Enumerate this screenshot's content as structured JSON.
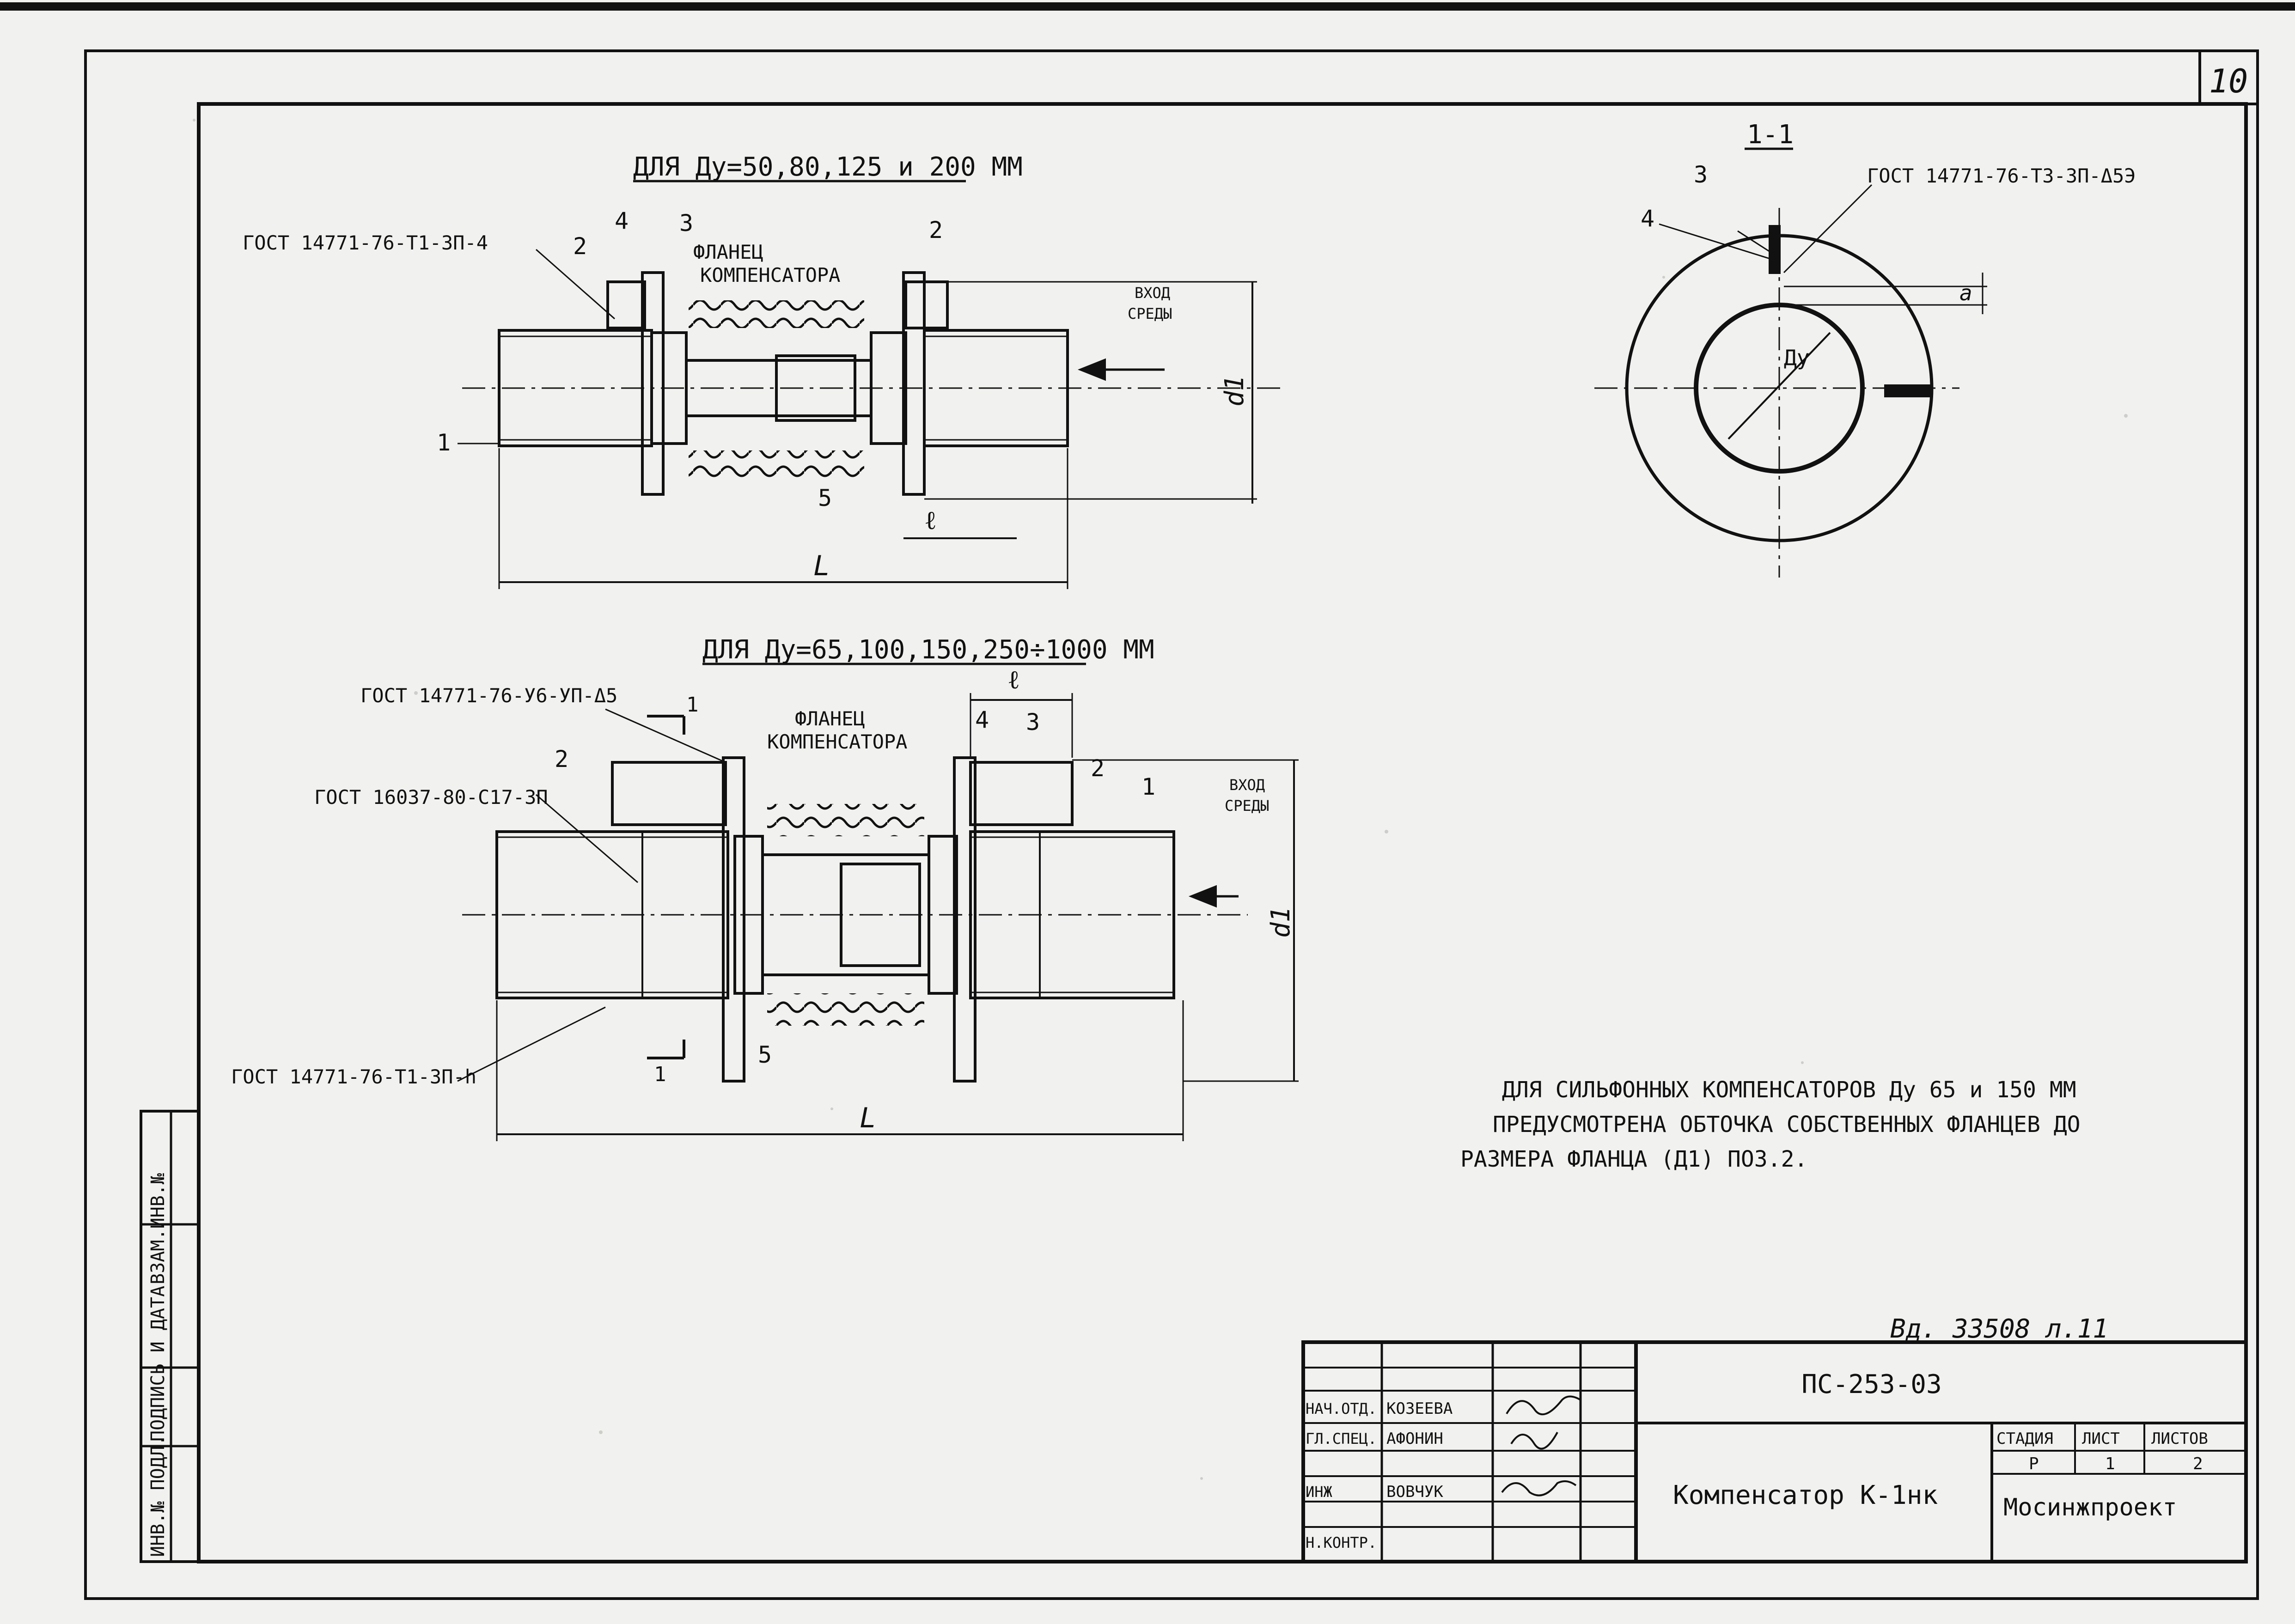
{
  "sheet_number": "10",
  "top_view": {
    "heading": "ДЛЯ Ду=50,80,125 и 200 ММ",
    "gost_weld": "ГОСТ 14771-76-Т1-ЗП-4",
    "flange_label_1": "ФЛАНЕЦ",
    "flange_label_2": "КОМПЕНСАТОРА",
    "inlet_1": "ВХОД",
    "inlet_2": "СРЕДЫ",
    "pos_1": "1",
    "pos_2a": "2",
    "pos_2b": "2",
    "pos_3": "3",
    "pos_4": "4",
    "pos_5": "5",
    "dim_l": "ℓ",
    "dim_L": "L",
    "dim_d1": "d1"
  },
  "section_view": {
    "heading": "1-1",
    "gost_weld": "ГОСТ 14771-76-Т3-ЗП-Δ5Э",
    "pos_3": "3",
    "pos_4": "4",
    "dim_du": "Ду",
    "dim_a": "а"
  },
  "bottom_view": {
    "heading": "ДЛЯ Ду=65,100,150,250÷1000 ММ",
    "gost_weld_1": "ГОСТ 14771-76-У6-УП-Δ5",
    "gost_weld_2": "ГОСТ 16037-80-С17-ЗП",
    "gost_weld_3": "ГОСТ 14771-76-Т1-ЗП-h",
    "flange_label_1": "ФЛАНЕЦ",
    "flange_label_2": "КОМПЕНСАТОРА",
    "inlet_1": "ВХОД",
    "inlet_2": "СРЕДЫ",
    "pos_1": "1",
    "pos_2a": "2",
    "pos_2b": "2",
    "pos_3": "3",
    "pos_4": "4",
    "pos_5": "5",
    "section_mark_1": "1",
    "section_mark_2": "1",
    "dim_l": "ℓ",
    "dim_L": "L",
    "dim_d1": "d1"
  },
  "note": {
    "line1": "ДЛЯ СИЛЬФОННЫХ КОМПЕНСАТОРОВ Ду 65 и 150 ММ",
    "line2": "ПРЕДУСМОТРЕНА ОБТОЧКА СОБСТВЕННЫХ ФЛАНЦЕВ ДО",
    "line3": "РАЗМЕРА ФЛАНЦА (Д1) ПОЗ.2."
  },
  "left_strip": {
    "cell1": "ИНВ.№ ПОДЛ.",
    "cell2": "ПОДПИСЬ И ДАТА",
    "cell3": "ВЗАМ.ИНВ.№"
  },
  "archive_ref": "Вд. 33508 л.11",
  "title_block": {
    "doc_code": "ПС-253-03",
    "title": "Компенсатор К-1нк",
    "org": "Мосинжпроект",
    "stage_header": "СТАДИЯ",
    "sheet_header": "ЛИСТ",
    "sheets_header": "ЛИСТОВ",
    "stage": "Р",
    "sheet": "1",
    "sheets": "2",
    "rows": [
      {
        "role": "НАЧ.ОТД.",
        "name": "КОЗЕЕВА"
      },
      {
        "role": "ГЛ.СПЕЦ.",
        "name": "АФОНИН"
      },
      {
        "role": "ИНЖ",
        "name": "ВОВЧУК"
      },
      {
        "role": "Н.КОНТР.",
        "name": ""
      }
    ]
  }
}
